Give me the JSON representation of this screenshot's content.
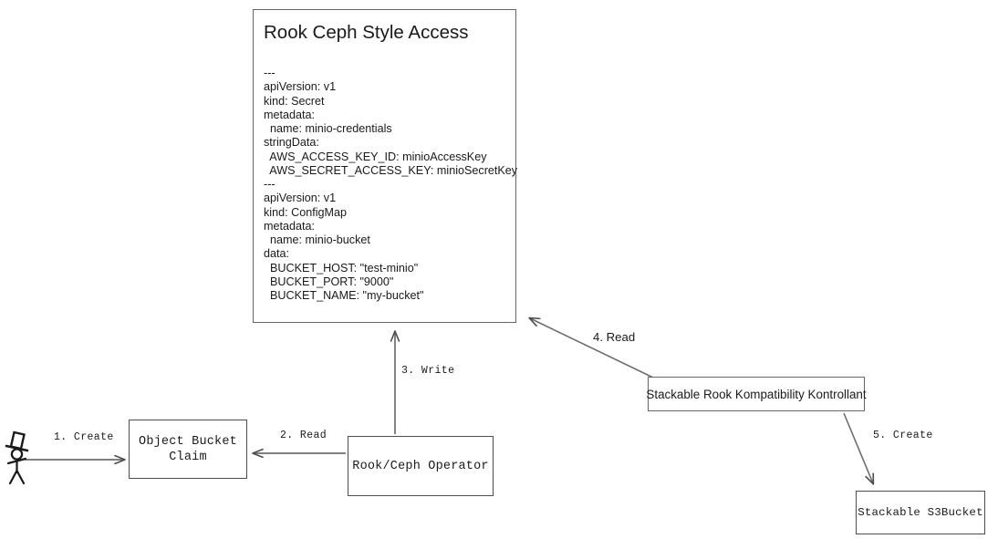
{
  "diagram": {
    "title_card": {
      "heading": "Rook Ceph Style Access",
      "yaml": "---\napiVersion: v1\nkind: Secret\nmetadata:\n  name: minio-credentials\nstringData:\n  AWS_ACCESS_KEY_ID: minioAccessKey\n  AWS_SECRET_ACCESS_KEY: minioSecretKey\n---\napiVersion: v1\nkind: ConfigMap\nmetadata:\n  name: minio-bucket\ndata:\n  BUCKET_HOST: \"test-minio\"\n  BUCKET_PORT: \"9000\"\n  BUCKET_NAME: \"my-bucket\""
    },
    "nodes": {
      "actor": "stick-figure-actor",
      "object_bucket_claim": "Object Bucket\nClaim",
      "operator": "Rook/Ceph Operator",
      "kontrollant": "Stackable Rook Kompatibility Kontrollant",
      "s3bucket": "Stackable S3Bucket"
    },
    "edges": [
      {
        "id": "create-1",
        "label": "1. Create",
        "from": "actor",
        "to": "object_bucket_claim"
      },
      {
        "id": "read-2",
        "label": "2. Read",
        "from": "operator",
        "to": "object_bucket_claim"
      },
      {
        "id": "write-3",
        "label": "3. Write",
        "from": "operator",
        "to": "title_card"
      },
      {
        "id": "read-4",
        "label": "4. Read",
        "from": "kontrollant",
        "to": "title_card"
      },
      {
        "id": "create-5",
        "label": "5. Create",
        "from": "kontrollant",
        "to": "s3bucket"
      }
    ],
    "colors": {
      "stroke": "#4d4d4d",
      "text": "#1a1a1a",
      "background": "#ffffff"
    }
  }
}
